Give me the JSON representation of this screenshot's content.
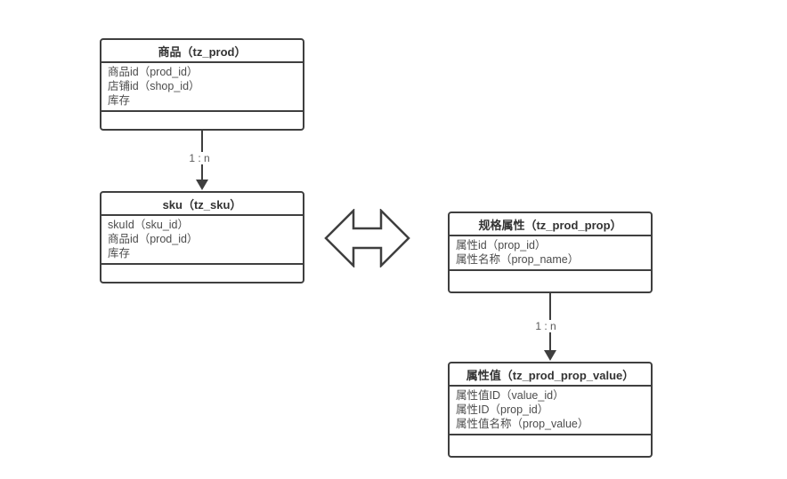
{
  "tables": {
    "prod": {
      "title": "商品（tz_prod）",
      "fields": [
        "商品id（prod_id）",
        "店铺id（shop_id）",
        "库存"
      ]
    },
    "sku": {
      "title": "sku（tz_sku）",
      "fields": [
        "skuId（sku_id）",
        "商品id（prod_id）",
        "库存"
      ]
    },
    "prop": {
      "title": "规格属性（tz_prod_prop）",
      "fields": [
        "属性id（prop_id）",
        "属性名称（prop_name）"
      ]
    },
    "prop_value": {
      "title": "属性值（tz_prod_prop_value）",
      "fields": [
        "属性值ID（value_id）",
        "属性ID（prop_id）",
        "属性值名称（prop_value）"
      ]
    }
  },
  "connectors": {
    "prod_to_sku": {
      "label": "1 : n"
    },
    "prop_to_value": {
      "label": "1 : n"
    }
  },
  "colors": {
    "border": "#3f3f3f",
    "text": "#4c4c4c",
    "title_text": "#333333",
    "label_text": "#595959",
    "background": "#ffffff"
  }
}
